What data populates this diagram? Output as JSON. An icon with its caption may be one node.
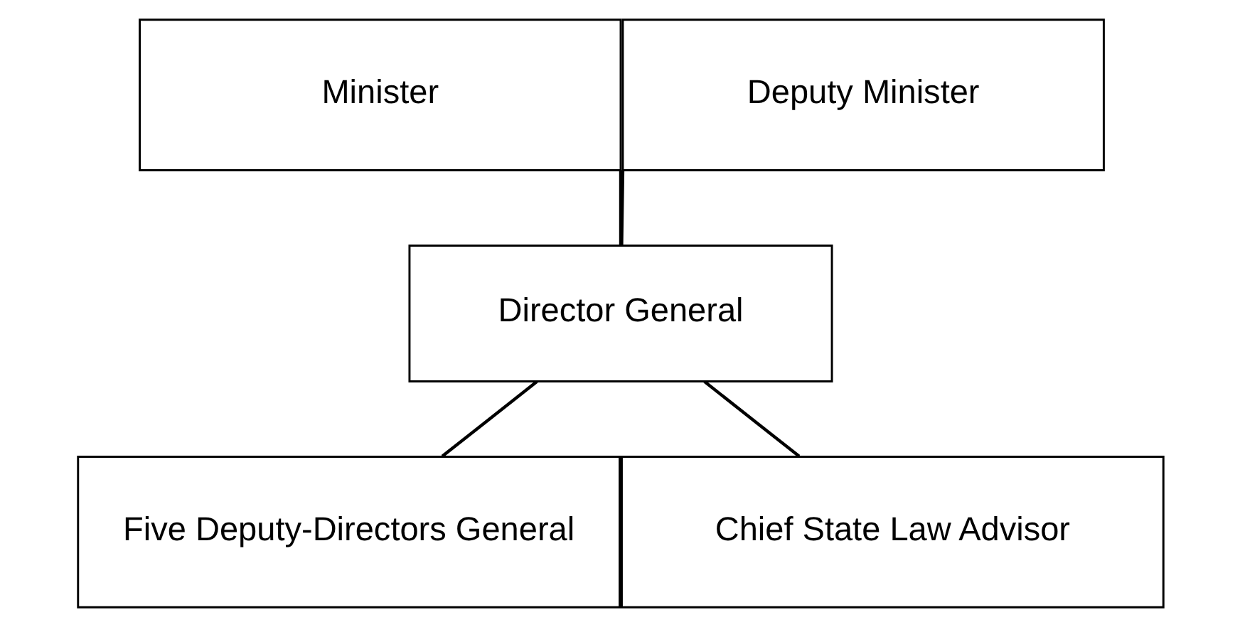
{
  "diagram": {
    "nodes": [
      {
        "text": [
          "Minister"
        ]
      },
      {
        "text": [
          "Deputy Minister"
        ]
      },
      {
        "text": [
          "Director General"
        ]
      },
      {
        "text": [
          "Five Deputy-Directors General"
        ]
      },
      {
        "text": [
          "Chief State Law Advisor"
        ]
      }
    ],
    "edges": [
      {
        "from": 0,
        "to": 2,
        "arrow": "none"
      },
      {
        "from": 1,
        "to": 2,
        "arrow": "none"
      },
      {
        "from": 2,
        "to": 3,
        "arrow": "none"
      },
      {
        "from": 2,
        "to": 4,
        "arrow": "none"
      }
    ]
  }
}
